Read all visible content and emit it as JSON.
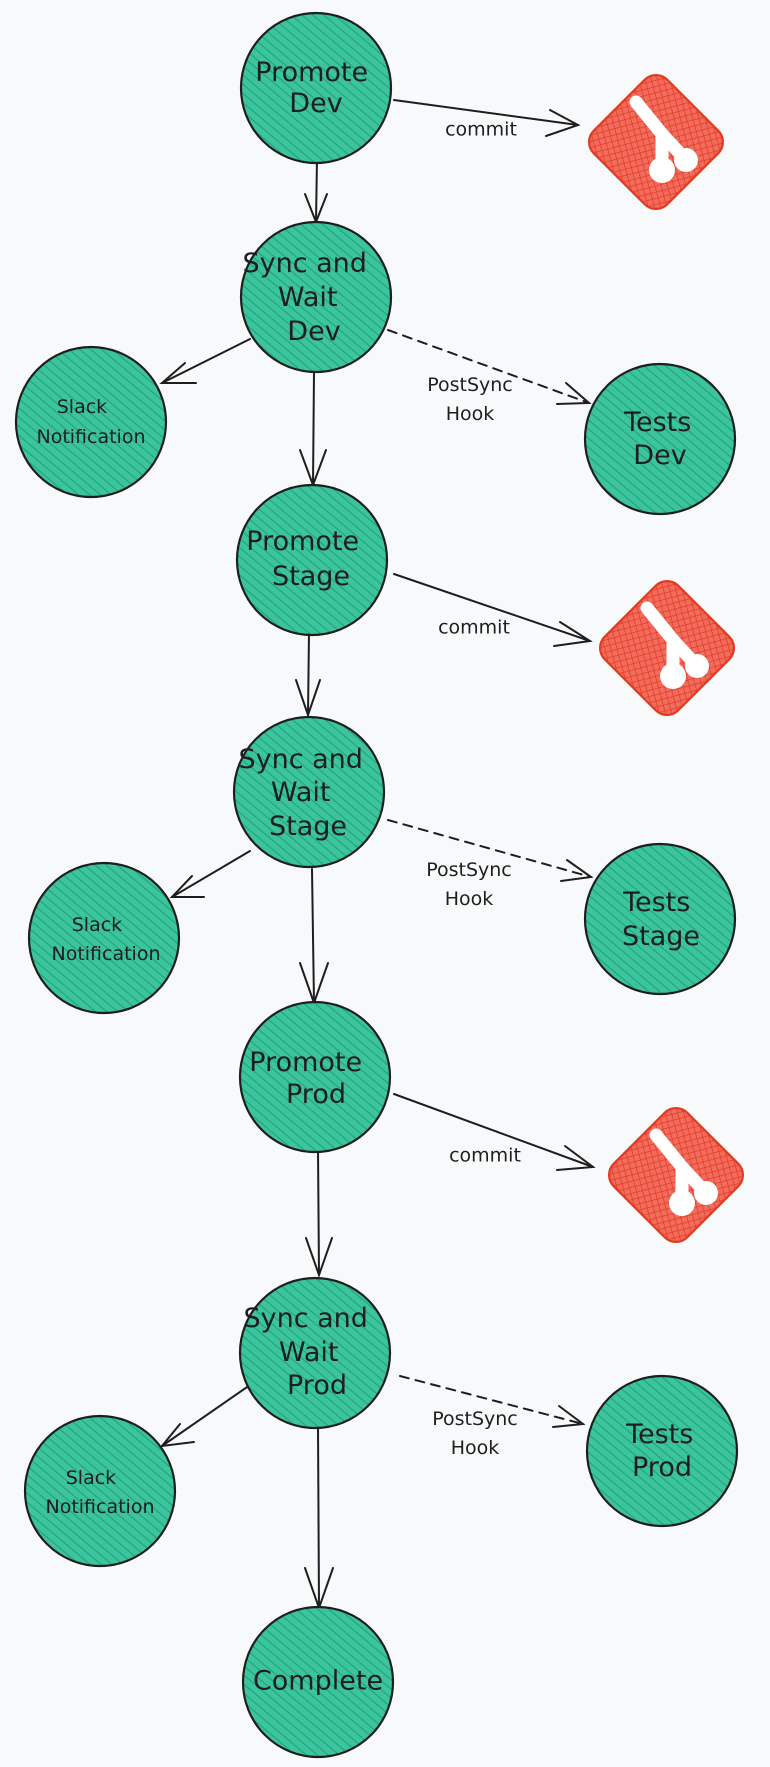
{
  "colors": {
    "node_fill": "#2fbf94",
    "node_stroke": "#1e1e1e",
    "git_fill": "#e8594a",
    "git_stroke": "#e03a20",
    "background": "#f8f9fa"
  },
  "nodes": {
    "promote_dev": [
      "Promote",
      "Dev"
    ],
    "sync_dev": [
      "Sync and",
      "Wait",
      "Dev"
    ],
    "slack_dev": [
      "Slack",
      "Notification"
    ],
    "tests_dev": [
      "Tests",
      "Dev"
    ],
    "promote_stage": [
      "Promote",
      "Stage"
    ],
    "sync_stage": [
      "Sync and",
      "Wait",
      "Stage"
    ],
    "slack_stage": [
      "Slack",
      "Notification"
    ],
    "tests_stage": [
      "Tests",
      "Stage"
    ],
    "promote_prod": [
      "Promote",
      "Prod"
    ],
    "sync_prod": [
      "Sync and",
      "Wait",
      "Prod"
    ],
    "slack_prod": [
      "Slack",
      "Notification"
    ],
    "tests_prod": [
      "Tests",
      "Prod"
    ],
    "complete": [
      "Complete"
    ]
  },
  "git_icons": {
    "dev": "git-logo-icon",
    "stage": "git-logo-icon",
    "prod": "git-logo-icon"
  },
  "edge_labels": {
    "commit_dev": "commit",
    "commit_stage": "commit",
    "commit_prod": "commit",
    "hook_dev": [
      "PostSync",
      "Hook"
    ],
    "hook_stage": [
      "PostSync",
      "Hook"
    ],
    "hook_prod": [
      "PostSync",
      "Hook"
    ]
  }
}
